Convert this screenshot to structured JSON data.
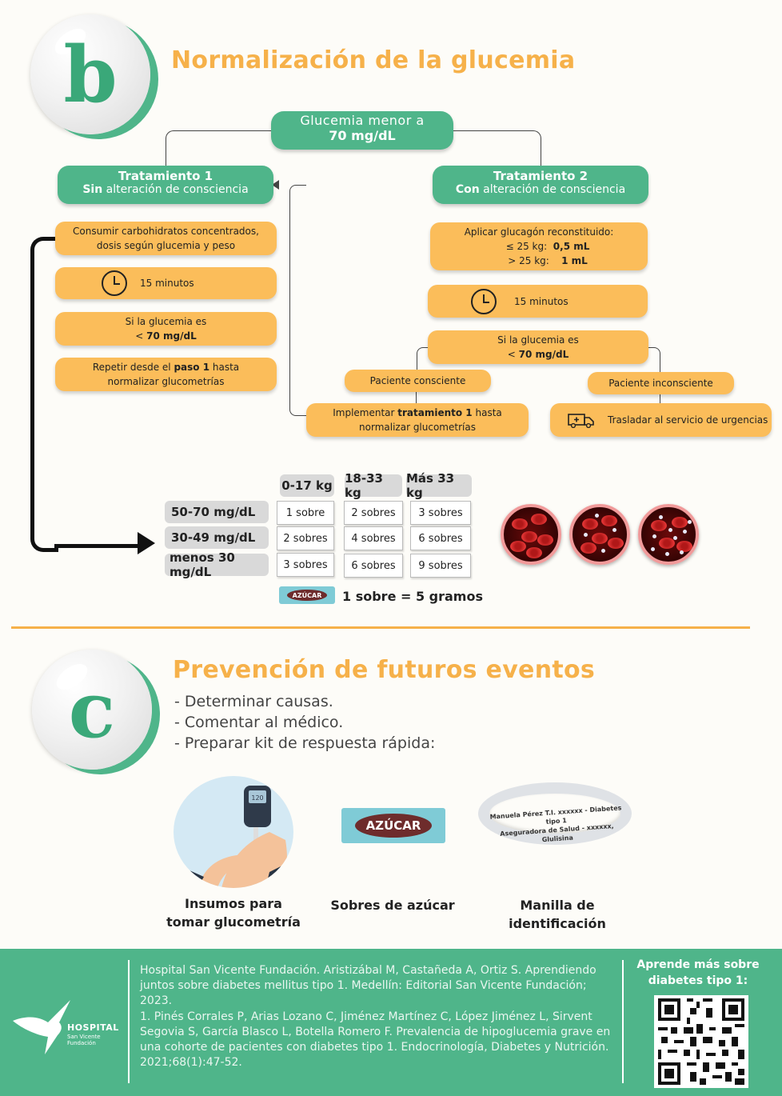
{
  "section_b": {
    "letter": "b",
    "title": "Normalización de la glucemia",
    "root": {
      "line1": "Glucemia menor a",
      "line2": "70 mg/dL"
    },
    "t1": {
      "title": "Tratamiento 1",
      "bold": "Sin",
      "rest": " alteración de consciencia"
    },
    "t2": {
      "title": "Tratamiento 2",
      "bold": "Con",
      "rest": " alteración de consciencia"
    },
    "left_steps": {
      "s1_l1": "Consumir carbohidratos concentrados,",
      "s1_l2": "dosis según glucemia y peso",
      "s2": "15 minutos",
      "s3_l1": "Si la glucemia es",
      "s3_pre": "< ",
      "s3_val": "70 mg/dL",
      "s4_pre": "Repetir desde el ",
      "s4_bold": "paso 1",
      "s4_post": " hasta",
      "s4_l2": "normalizar glucometrías"
    },
    "right_steps": {
      "g_l1": "Aplicar glucagón reconstituido:",
      "g_l2a": "≤ 25 kg:  ",
      "g_l2b": "0,5 mL",
      "g_l3a": "> 25 kg:    ",
      "g_l3b": "1 mL",
      "wait": "15 minutos",
      "cond_l1": "Si la glucemia es",
      "cond_pre": "< ",
      "cond_val": "70 mg/dL",
      "conscious": "Paciente consciente",
      "unconscious": "Paciente inconsciente",
      "impl_pre": "Implementar ",
      "impl_bold": "tratamiento 1",
      "impl_post": " hasta",
      "impl_l2": "normalizar glucometrías",
      "transfer": "Trasladar al servicio de urgencias"
    },
    "table": {
      "col_headers": [
        "0-17 kg",
        "18-33 kg",
        "Más 33 kg"
      ],
      "row_headers": [
        "50-70 mg/dL",
        "30-49 mg/dL",
        "menos 30 mg/dL"
      ],
      "rows": [
        [
          "1 sobre",
          "2 sobres",
          "3 sobres"
        ],
        [
          "2 sobres",
          "4 sobres",
          "6 sobres"
        ],
        [
          "3 sobres",
          "6 sobres",
          "9 sobres"
        ]
      ],
      "sachet_label": "AZÚCAR",
      "equivalence": "1 sobre = 5 gramos"
    }
  },
  "section_c": {
    "letter": "c",
    "title": "Prevención de futuros eventos",
    "items": [
      "- Determinar causas.",
      "- Comentar al médico.",
      "- Preparar kit de respuesta rápida:"
    ],
    "kit": {
      "k1_l1": "Insumos para",
      "k1_l2": "tomar glucometría",
      "k2": "Sobres de azúcar",
      "k2_label": "AZÚCAR",
      "k3_l1": "Manilla de",
      "k3_l2": "identificación",
      "band_l1": "Manuela Pérez T.I. xxxxxx - Diabetes tipo 1",
      "band_l2": "Aseguradora de Salud - xxxxxx, Glulisina",
      "meter_display": "120"
    }
  },
  "footer": {
    "logo_l1": "HOSPITAL",
    "logo_l2": "San Vicente",
    "logo_l3": "Fundación",
    "ref1": "Hospital San Vicente Fundación. Aristizábal M, Castañeda A, Ortiz S. Aprendiendo juntos sobre diabetes mellitus tipo 1. Medellín: Editorial San Vicente Fundación; 2023.",
    "ref2": "1. Pinés Corrales P, Arias Lozano C, Jiménez Martínez C, López Jiménez L, Sirvent Segovia S, García Blasco L, Botella Romero F. Prevalencia de hipoglucemia grave en una cohorte de pacientes con diabetes tipo 1. Endocrinología, Diabetes y Nutrición. 2021;68(1):47-52.",
    "cta": "Aprende más sobre diabetes tipo 1:"
  },
  "colors": {
    "green": "#4fb58a",
    "orange": "#fbbd5a",
    "title_orange": "#f6b14a"
  }
}
